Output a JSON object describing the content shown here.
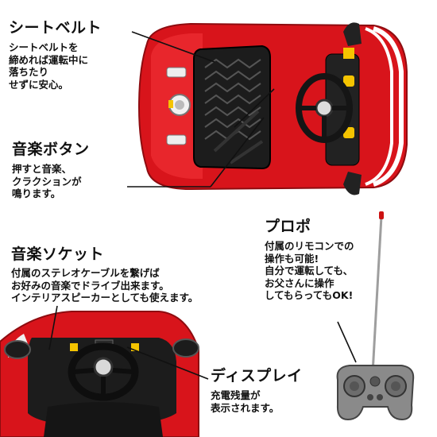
{
  "seatbelt": {
    "heading": "シートベルト",
    "lines": [
      "シートベルトを",
      "締めれば運転中に",
      "落ちたり",
      "せずに安心。"
    ]
  },
  "music_button": {
    "heading": "音楽ボタン",
    "lines": [
      "押すと音楽、",
      "クラクションが",
      "鳴ります。"
    ]
  },
  "propo": {
    "heading": "プロポ",
    "lines": [
      "付属のリモコンでの",
      "操作も可能!",
      "自分で運転しても、",
      "お父さんに操作",
      "してもらってもOK!"
    ]
  },
  "music_socket": {
    "heading": "音楽ソケット",
    "lines": [
      "付属のステレオケーブルを繋げば",
      "お好みの音楽でドライブ出来ます。",
      "インテリアスピーカーとしても使えます。"
    ]
  },
  "display": {
    "heading": "ディスプレイ",
    "lines": [
      "充電残量が",
      "表示されます。"
    ]
  },
  "colors": {
    "car_red": "#d8141b",
    "seat_black": "#1c1c1c",
    "remote_gray": "#8a8a8a",
    "leader_line": "#111111"
  },
  "icons": [
    "toy-car-top-view",
    "toy-car-dashboard",
    "remote-controller"
  ]
}
